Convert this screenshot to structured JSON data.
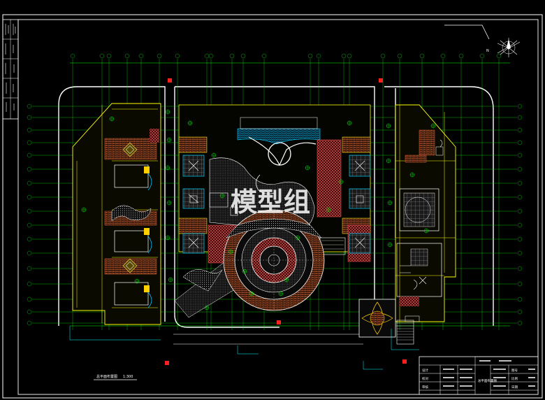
{
  "drawing": {
    "watermark": "模型组",
    "plan_title": "总平面布置图",
    "plan_scale": "1:300",
    "north_label": "N"
  },
  "title_block": {
    "drawing_name": "总平面布置图",
    "cells": [
      "设计",
      "校对",
      "审核",
      "图号",
      "比例",
      "日期"
    ]
  },
  "colors": {
    "background": "#000000",
    "frame": "#ffffff",
    "axis_grid": "#00ff00",
    "walls": "#ffff00",
    "paving": "#ff6060",
    "water": "#00c0ff",
    "planting": "#00ff00",
    "boundary": "#ffffff"
  },
  "icons": {
    "north_arrow": "north-arrow-icon",
    "axis_bubble": "axis-bubble-icon"
  }
}
